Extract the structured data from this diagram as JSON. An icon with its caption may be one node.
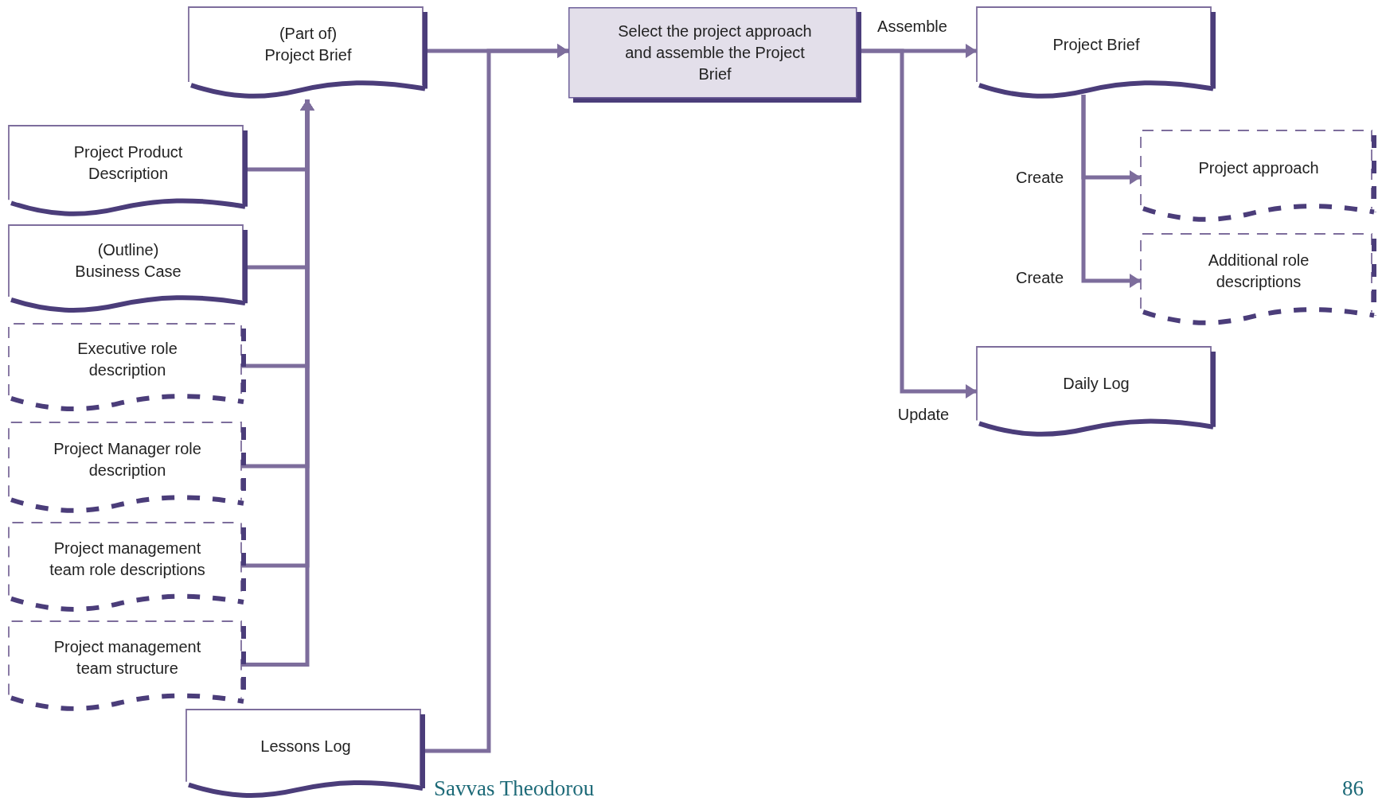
{
  "diagram": {
    "nodes": [
      {
        "text": [
          "(Part of) Project Brief"
        ]
      },
      {
        "text": [
          "Project Product Description"
        ]
      },
      {
        "text": [
          "(Outline) Business Case"
        ]
      },
      {
        "text": [
          "Executive role description"
        ]
      },
      {
        "text": [
          "Project Manager role description"
        ]
      },
      {
        "text": [
          "Project management team role descriptions"
        ]
      },
      {
        "text": [
          "Project management team structure"
        ]
      },
      {
        "text": [
          "Lessons Log"
        ]
      },
      {
        "text": [
          "Select the project approach and assemble the Project Brief"
        ]
      },
      {
        "text": [
          "Project Brief"
        ]
      },
      {
        "text": [
          "Project approach"
        ]
      },
      {
        "text": [
          "Additional role descriptions"
        ]
      },
      {
        "text": [
          "Daily Log"
        ]
      }
    ],
    "edges": [
      {
        "from": 1,
        "to": 0,
        "arrow": "to"
      },
      {
        "from": 2,
        "to": 0,
        "arrow": "to"
      },
      {
        "from": 3,
        "to": 0,
        "arrow": "to"
      },
      {
        "from": 4,
        "to": 0,
        "arrow": "to"
      },
      {
        "from": 5,
        "to": 0,
        "arrow": "to"
      },
      {
        "from": 6,
        "to": 0,
        "arrow": "to"
      },
      {
        "from": 0,
        "to": 8,
        "arrow": "to"
      },
      {
        "from": 7,
        "to": 8,
        "arrow": "to"
      },
      {
        "from": 8,
        "to": 9,
        "arrow": "to",
        "label": "Assemble"
      },
      {
        "from": 8,
        "to": 12,
        "arrow": "to",
        "label": "Update"
      },
      {
        "from": 9,
        "to": 10,
        "arrow": "to",
        "label": "Create"
      },
      {
        "from": 9,
        "to": 11,
        "arrow": "to",
        "label": "Create"
      }
    ],
    "labels": [
      "Savvas Theodorou",
      "86"
    ]
  }
}
